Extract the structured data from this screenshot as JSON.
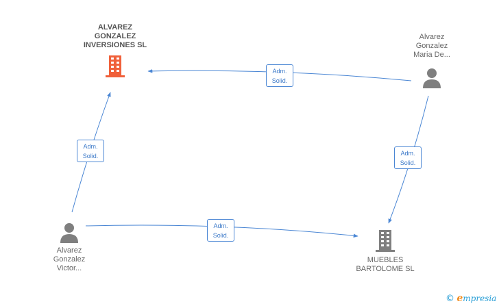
{
  "colors": {
    "edge": "#4a86d4",
    "company_main": "#f0603a",
    "company": "#7f7f7f",
    "person": "#7f7f7f"
  },
  "nodes": {
    "main_company": {
      "lines": [
        "ALVAREZ",
        "GONZALEZ",
        "INVERSIONES SL"
      ],
      "icon": "building-icon"
    },
    "person_maria": {
      "lines": [
        "Alvarez",
        "Gonzalez",
        "Maria De..."
      ],
      "icon": "person-icon"
    },
    "person_victor": {
      "lines": [
        "Alvarez",
        "Gonzalez",
        "Victor..."
      ],
      "icon": "person-icon"
    },
    "company_muebles": {
      "lines": [
        "MUEBLES",
        "BARTOLOME SL"
      ],
      "icon": "building-icon"
    }
  },
  "edges": [
    {
      "from": "person_maria",
      "to": "main_company",
      "label": [
        "Adm.",
        "Solid."
      ]
    },
    {
      "from": "person_victor",
      "to": "main_company",
      "label": [
        "Adm.",
        "Solid."
      ]
    },
    {
      "from": "person_maria",
      "to": "company_muebles",
      "label": [
        "Adm.",
        "Solid."
      ]
    },
    {
      "from": "person_victor",
      "to": "company_muebles",
      "label": [
        "Adm.",
        "Solid."
      ]
    }
  ],
  "brand": {
    "copyright": "©",
    "e": "e",
    "name": "mpresia"
  }
}
